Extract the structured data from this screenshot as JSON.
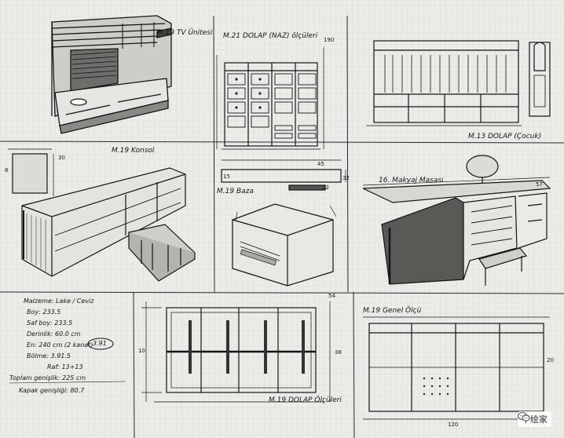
{
  "sheet": {
    "titles": {
      "tv_unit": "M.19 TV Ünitesi",
      "wardrobe_21": "M.21 DOLAP (NAZ) ölçüleri",
      "sideboard": "M.19 Konsol",
      "cabinet_base": "M.19 Baza",
      "dressing_table": "16. Makyaj Masası",
      "wardrobe_13": "M.13 DOLAP (Çocuk)",
      "wardrobe_19_plan": "M.19 DOLAP Ölçüleri",
      "wardrobe_19_front": "M.19 Genel Ölçü"
    },
    "dimensions": {
      "d_190": "190",
      "d_30": "30",
      "d_8": "8",
      "d_45": "45",
      "d_15": "15",
      "d_22": "22",
      "d_32": "32",
      "d_57": "57",
      "d_54": "54",
      "d_38": "38",
      "d_10": "10",
      "d_20": "20",
      "d_120": "120"
    },
    "notes": {
      "line1": "Malzeme: Lake / Ceviz",
      "line2": "Boy: 233.5",
      "line3": "Saf boy: 233.5",
      "line4": "Derinlik: 60.0 cm",
      "line5": "En: 240 cm (2 kanat)",
      "line6": "Bölme: 3.91.5",
      "line7": "Raf: 13+13",
      "line8": "Toplam genişlik: 225 cm",
      "line9": "Kapak genişliği: 80.7",
      "badge": "3.91"
    },
    "watermark": {
      "text": "千绘家",
      "icon": "wechat-icon"
    },
    "colors": {
      "paper": "#ecebe7",
      "ink": "#1a1a1a"
    }
  }
}
